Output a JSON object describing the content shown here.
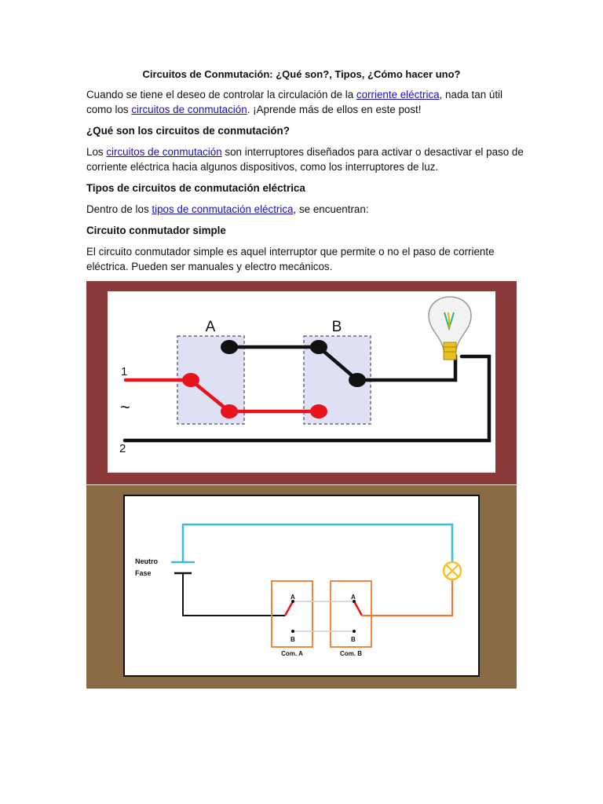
{
  "document": {
    "title": "Circuitos de Conmutación: ¿Qué son?, Tipos, ¿Cómo hacer uno?",
    "intro": {
      "pre": "Cuando se tiene el deseo de controlar la circulación de la ",
      "link1": "corriente eléctrica",
      "mid1": ", nada tan útil",
      "mid2": "como los ",
      "link2": "circuitos de conmutación",
      "post": ". ¡Aprende más de ellos en este post!"
    },
    "section1": {
      "heading": "¿Qué son los circuitos de conmutación?",
      "pre": "Los ",
      "link": "circuitos de conmutación",
      "line1_post": " son interruptores diseñados para activar o desactivar el paso de",
      "line2": "corriente eléctrica hacia algunos dispositivos, como los interruptores de luz."
    },
    "section2": {
      "heading": "Tipos de circuitos de conmutación eléctrica",
      "pre": "Dentro de los ",
      "link": "tipos de conmutación eléctrica",
      "post": ", se encuentran:"
    },
    "section3": {
      "heading": "Circuito conmutador simple",
      "line1": "El circuito conmutador simple es aquel interruptor que permite o no el paso de corriente",
      "line2": "eléctrica. Pueden ser manuales y electro mecánicos."
    },
    "figure1": {
      "label_a": "A",
      "label_b": "B",
      "label_1": "1",
      "label_tilde": "~",
      "label_2": "2",
      "frame_color": "#8b3a3a",
      "phase_color": "#e8141b",
      "wire_color": "#111111"
    },
    "figure2": {
      "neutro": "Neutro",
      "fase": "Fase",
      "a1": "A",
      "b1": "B",
      "a2": "A",
      "b2": "B",
      "com_a": "Com. A",
      "com_b": "Com. B",
      "frame_color": "#8a6a45",
      "neutral_color": "#3bbcd8",
      "load_color": "#f07a2a",
      "lamp_color": "#f6c21b"
    }
  }
}
